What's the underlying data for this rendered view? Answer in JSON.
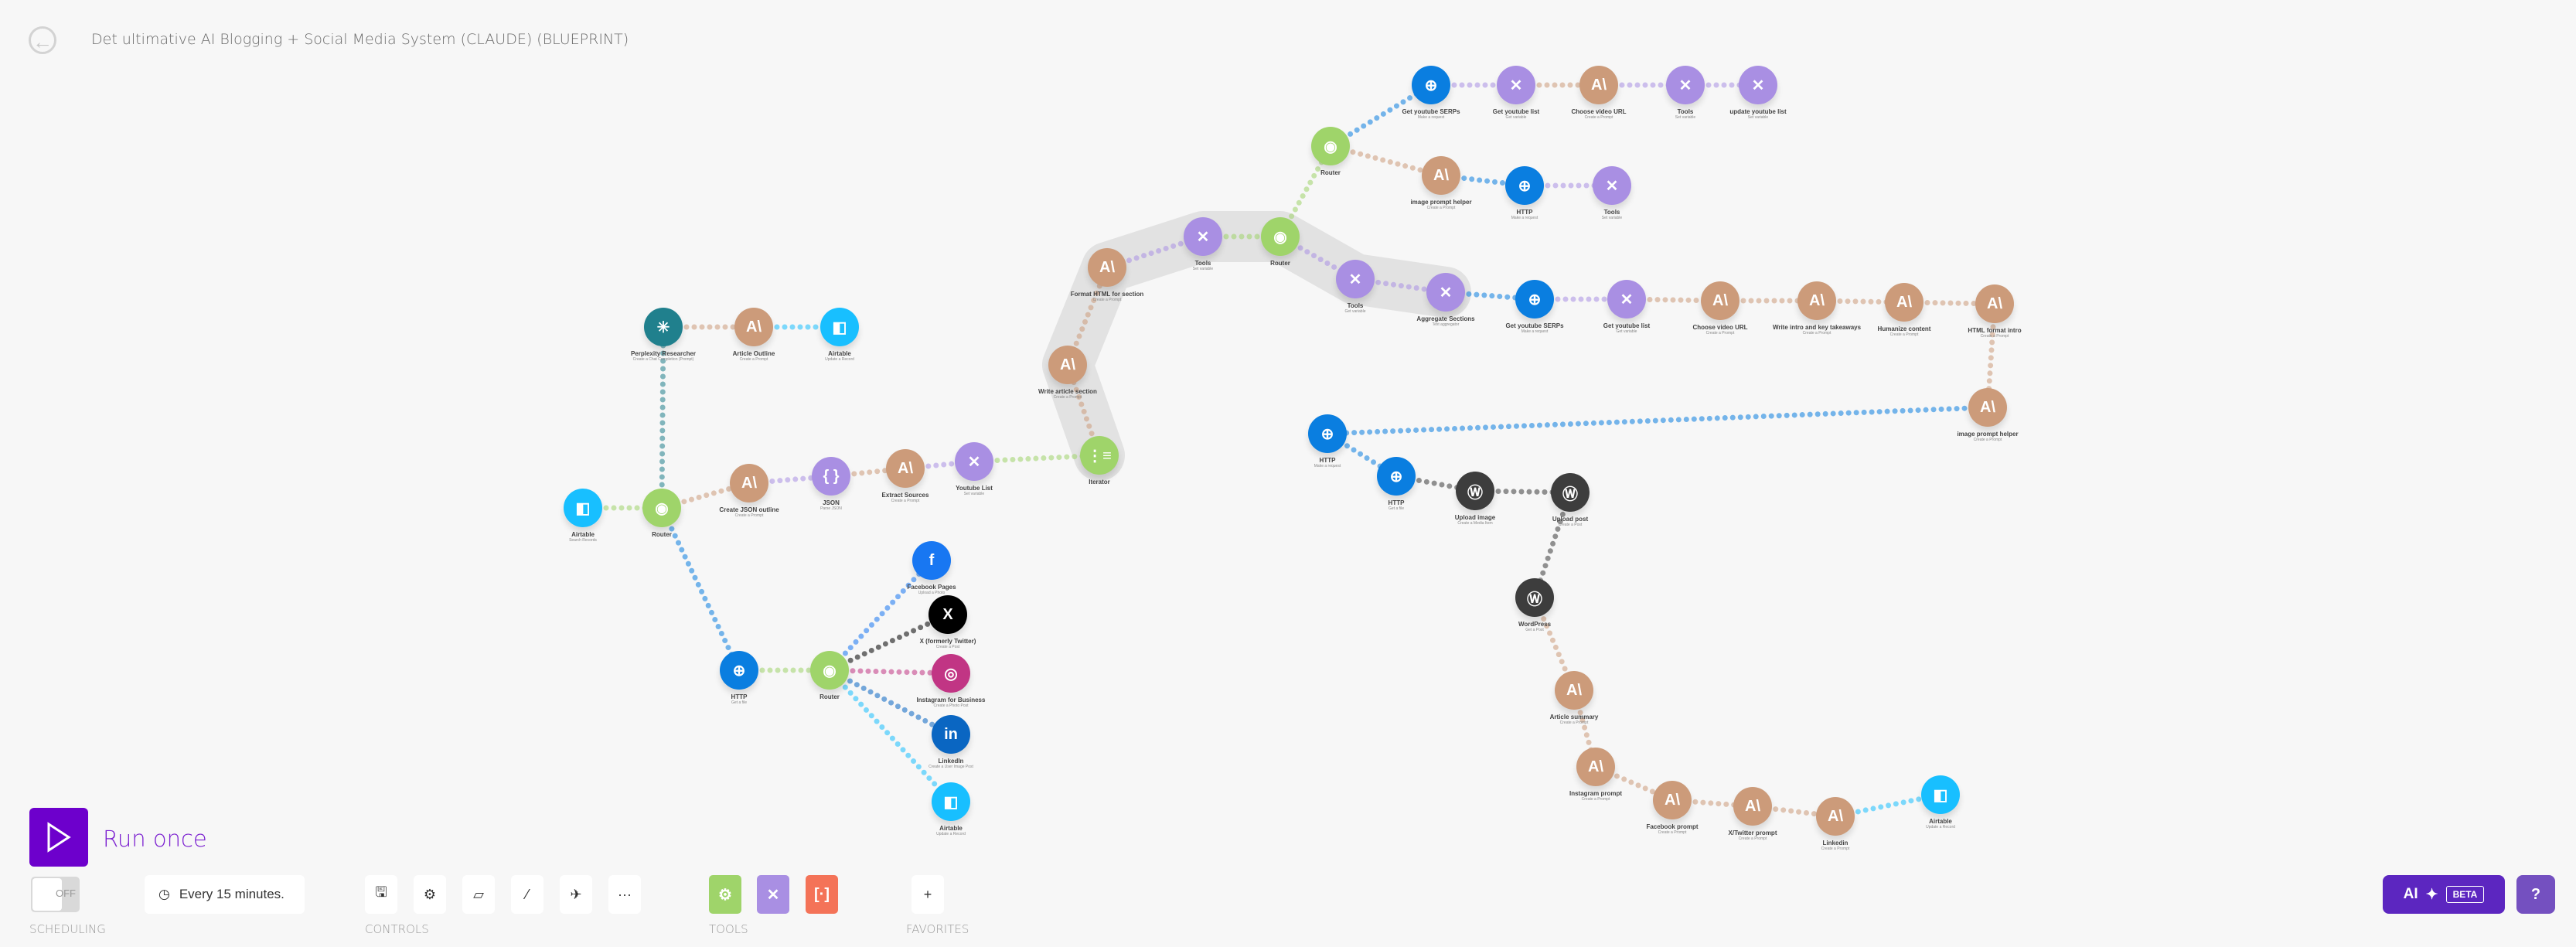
{
  "header": {
    "title": "Det ultimative AI Blogging + Social Media System (CLAUDE) (BLUEPRINT)"
  },
  "colors": {
    "claude": "#cc9b7a",
    "tools": "#a98fe3",
    "router": "#9fd46a",
    "http": "#0a7ee0",
    "airtable": "#18bfff",
    "wordpress": "#3d3d3d",
    "perplexity": "#20808d",
    "json": "#a98fe3",
    "facebook": "#1877f2",
    "x": "#000000",
    "instagram": "#c13584",
    "linkedin": "#0a66c2",
    "accent": "#6d00cc"
  },
  "nodes": [
    {
      "label": "Airtable",
      "sub": "Search Records",
      "type": "airtable"
    },
    {
      "label": "Router",
      "sub": "",
      "type": "router"
    },
    {
      "label": "Perplexity Researcher",
      "sub": "Create a Chat Completion (Prompt)",
      "type": "perplexity"
    },
    {
      "label": "Article Outline",
      "sub": "Create a Prompt",
      "type": "claude"
    },
    {
      "label": "Airtable",
      "sub": "Update a Record",
      "type": "airtable"
    },
    {
      "label": "Create JSON outline",
      "sub": "Create a Prompt",
      "type": "claude"
    },
    {
      "label": "JSON",
      "sub": "Parse JSON",
      "type": "json"
    },
    {
      "label": "Extract Sources",
      "sub": "Create a Prompt",
      "type": "claude"
    },
    {
      "label": "Youtube List",
      "sub": "Set variable",
      "type": "tools"
    },
    {
      "label": "Iterator",
      "sub": "",
      "type": "iterator"
    },
    {
      "label": "Write article section",
      "sub": "Create a Prompt",
      "type": "claude"
    },
    {
      "label": "Format HTML for section",
      "sub": "Create a Prompt",
      "type": "claude"
    },
    {
      "label": "Tools",
      "sub": "Set variable",
      "type": "tools"
    },
    {
      "label": "Router",
      "sub": "",
      "type": "router"
    },
    {
      "label": "Tools",
      "sub": "Get variable",
      "type": "tools"
    },
    {
      "label": "Aggregate Sections",
      "sub": "Text aggregator",
      "type": "tools"
    },
    {
      "label": "Get youtube SERPs",
      "sub": "Make a request",
      "type": "http"
    },
    {
      "label": "Get youtube list",
      "sub": "Get variable",
      "type": "tools"
    },
    {
      "label": "Choose video URL",
      "sub": "Create a Prompt",
      "type": "claude"
    },
    {
      "label": "Write intro and key takeaways",
      "sub": "Create a Prompt",
      "type": "claude"
    },
    {
      "label": "Humanize content",
      "sub": "Create a Prompt",
      "type": "claude"
    },
    {
      "label": "HTML format intro",
      "sub": "Create a Prompt",
      "type": "claude"
    },
    {
      "label": "image prompt helper",
      "sub": "Create a Prompt",
      "type": "claude"
    },
    {
      "label": "HTTP",
      "sub": "Make a request",
      "type": "http"
    },
    {
      "label": "HTTP",
      "sub": "Get a file",
      "type": "http"
    },
    {
      "label": "Upload image",
      "sub": "Create a Media Item",
      "type": "wordpress"
    },
    {
      "label": "Upload post",
      "sub": "Create a Post",
      "type": "wordpress"
    },
    {
      "label": "WordPress",
      "sub": "Get a Post",
      "type": "wordpress"
    },
    {
      "label": "Article summary",
      "sub": "Create a Prompt",
      "type": "claude"
    },
    {
      "label": "Instagram prompt",
      "sub": "Create a Prompt",
      "type": "claude"
    },
    {
      "label": "Facebook prompt",
      "sub": "Create a Prompt",
      "type": "claude"
    },
    {
      "label": "X/Twitter prompt",
      "sub": "Create a Prompt",
      "type": "claude"
    },
    {
      "label": "Linkedin",
      "sub": "Create a Prompt",
      "type": "claude"
    },
    {
      "label": "Airtable",
      "sub": "Update a Record",
      "type": "airtable"
    },
    {
      "label": "Router",
      "sub": "",
      "type": "router"
    },
    {
      "label": "Get youtube SERPs",
      "sub": "Make a request",
      "type": "http"
    },
    {
      "label": "Get youtube list",
      "sub": "Get variable",
      "type": "tools"
    },
    {
      "label": "Choose video URL",
      "sub": "Create a Prompt",
      "type": "claude"
    },
    {
      "label": "Tools",
      "sub": "Set variable",
      "type": "tools"
    },
    {
      "label": "update youtube list",
      "sub": "Set variable",
      "type": "tools"
    },
    {
      "label": "image prompt helper",
      "sub": "Create a Prompt",
      "type": "claude"
    },
    {
      "label": "HTTP",
      "sub": "Make a request",
      "type": "http"
    },
    {
      "label": "Tools",
      "sub": "Set variable",
      "type": "tools"
    },
    {
      "label": "HTTP",
      "sub": "Get a file",
      "type": "http"
    },
    {
      "label": "Router",
      "sub": "",
      "type": "router"
    },
    {
      "label": "Facebook Pages",
      "sub": "Upload a Photo",
      "type": "facebook"
    },
    {
      "label": "X (formerly Twitter)",
      "sub": "Create a Post",
      "type": "x"
    },
    {
      "label": "Instagram for Business",
      "sub": "Create a Photo Post",
      "type": "instagram"
    },
    {
      "label": "LinkedIn",
      "sub": "Create a User Image Post",
      "type": "linkedin"
    },
    {
      "label": "Airtable",
      "sub": "Update a Record",
      "type": "airtable"
    }
  ],
  "toolbar": {
    "run_once": "Run once",
    "toggle_state": "OFF",
    "schedule": "Every 15 minutes.",
    "sections": {
      "scheduling": "SCHEDULING",
      "controls": "CONTROLS",
      "tools": "TOOLS",
      "favorites": "FAVORITES"
    },
    "controls": [
      "save-icon",
      "gear-icon",
      "note-icon",
      "magic-wand-icon",
      "airplane-icon",
      "more-icon"
    ],
    "ai_label": "AI",
    "beta_label": "BETA"
  }
}
